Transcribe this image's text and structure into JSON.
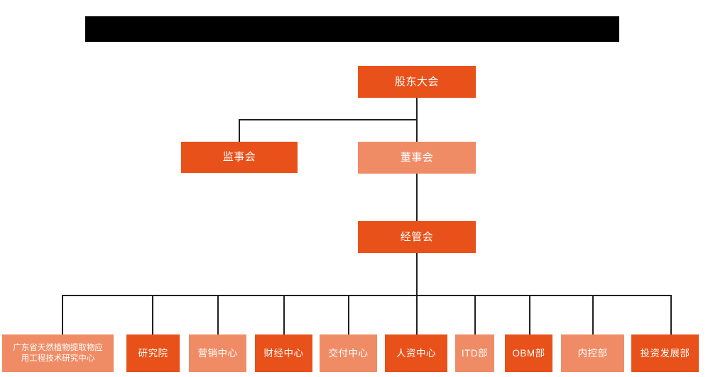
{
  "chart_title_redacted": true,
  "colors": {
    "dark_orange": "#e8511a",
    "light_orange": "#ef8c66",
    "connector": "#231f20",
    "redaction_bar": "#000000",
    "background": "#ffffff",
    "text": "#ffffff"
  },
  "nodes": {
    "shareholders_meeting": {
      "label": "股东大会",
      "shade": "dark"
    },
    "board_of_supervisors": {
      "label": "监事会",
      "shade": "dark"
    },
    "board_of_directors": {
      "label": "董事会",
      "shade": "light"
    },
    "management_committee": {
      "label": "经管会",
      "shade": "dark"
    }
  },
  "departments": [
    {
      "label": "广东省天然植物提取物应\n用工程技术研究中心",
      "shade": "light"
    },
    {
      "label": "研究院",
      "shade": "dark"
    },
    {
      "label": "营销中心",
      "shade": "light"
    },
    {
      "label": "财经中心",
      "shade": "dark"
    },
    {
      "label": "交付中心",
      "shade": "light"
    },
    {
      "label": "人资中心",
      "shade": "dark"
    },
    {
      "label": "ITD部",
      "shade": "light"
    },
    {
      "label": "OBM部",
      "shade": "dark"
    },
    {
      "label": "内控部",
      "shade": "light"
    },
    {
      "label": "投资发展部",
      "shade": "dark"
    }
  ]
}
